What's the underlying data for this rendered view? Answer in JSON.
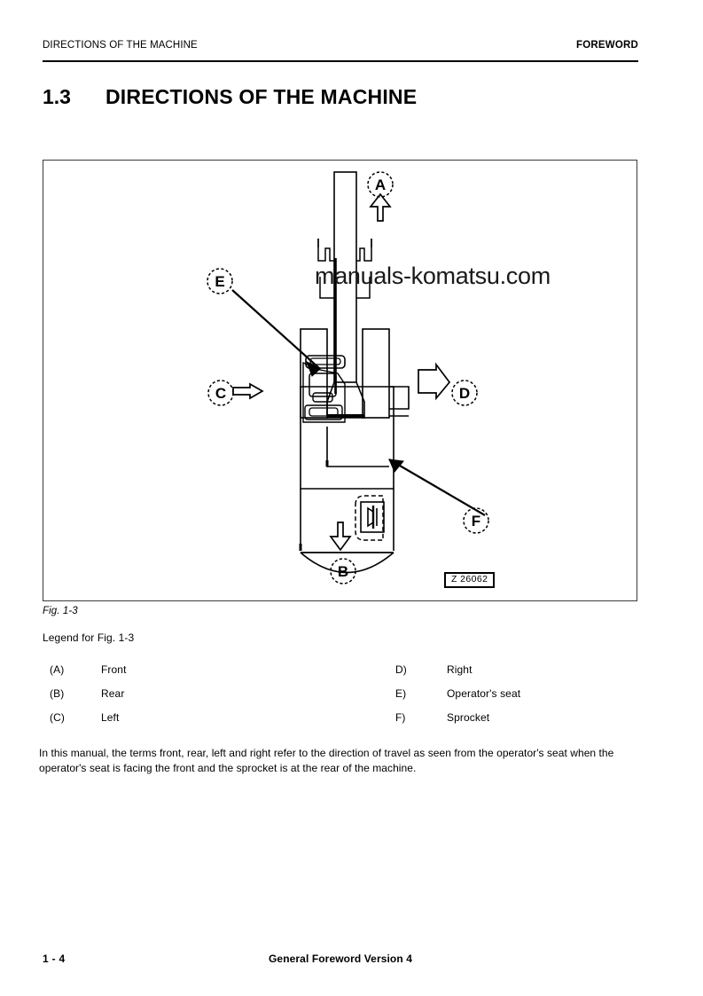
{
  "header": {
    "left": "DIRECTIONS OF THE MACHINE",
    "right": "FOREWORD"
  },
  "title": {
    "number": "1.3",
    "text": "DIRECTIONS OF THE MACHINE"
  },
  "figure": {
    "watermark": "manuals-komatsu.com",
    "drawing_id": "Z 26062",
    "caption": "Fig. 1-3",
    "callouts": [
      {
        "letter": "A",
        "meaning": "Front",
        "direction": "up"
      },
      {
        "letter": "B",
        "meaning": "Rear",
        "direction": "down"
      },
      {
        "letter": "C",
        "meaning": "Left",
        "direction": "left"
      },
      {
        "letter": "D",
        "meaning": "Right",
        "direction": "right"
      },
      {
        "letter": "E",
        "meaning": "Operator's seat",
        "direction": "leader"
      },
      {
        "letter": "F",
        "meaning": "Sprocket",
        "direction": "leader"
      }
    ]
  },
  "legend": {
    "title": "Legend for Fig. 1-3",
    "left": [
      {
        "key": "(A)",
        "value": "Front"
      },
      {
        "key": "(B)",
        "value": "Rear"
      },
      {
        "key": "(C)",
        "value": "Left"
      }
    ],
    "right": [
      {
        "key": "D)",
        "value": "Right"
      },
      {
        "key": "E)",
        "value": "Operator's seat"
      },
      {
        "key": "F)",
        "value": "Sprocket"
      }
    ]
  },
  "body": {
    "paragraph": "In this manual, the terms front, rear, left and right refer to the direction of travel as seen from the operator's seat when the operator's seat is facing the front and the sprocket is at the rear of the machine."
  },
  "footer": {
    "page": "1 - 4",
    "center": "General Foreword Version 4"
  },
  "colors": {
    "ink": "#000000",
    "frame": "#3a3a3c",
    "paper": "#ffffff"
  }
}
